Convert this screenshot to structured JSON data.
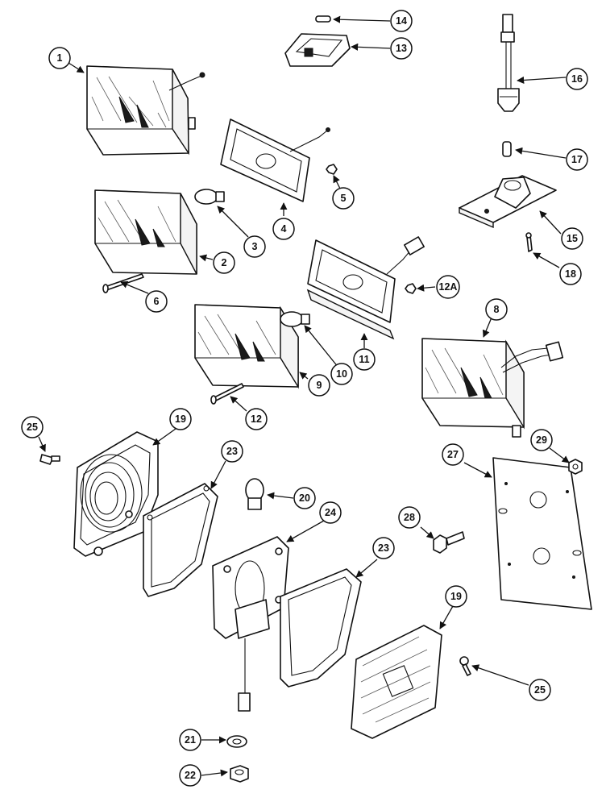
{
  "callouts": {
    "c1": "1",
    "c2": "2",
    "c3": "3",
    "c4": "4",
    "c5": "5",
    "c6": "6",
    "c8": "8",
    "c9": "9",
    "c10": "10",
    "c11": "11",
    "c12": "12",
    "c12a": "12A",
    "c13": "13",
    "c14": "14",
    "c15": "15",
    "c16": "16",
    "c17": "17",
    "c18": "18",
    "c19a": "19",
    "c19b": "19",
    "c20": "20",
    "c21": "21",
    "c22": "22",
    "c23a": "23",
    "c23b": "23",
    "c24": "24",
    "c25a": "25",
    "c25b": "25",
    "c27": "27",
    "c28": "28",
    "c29": "29"
  },
  "colors": {
    "line": "#111111",
    "background": "#ffffff"
  }
}
